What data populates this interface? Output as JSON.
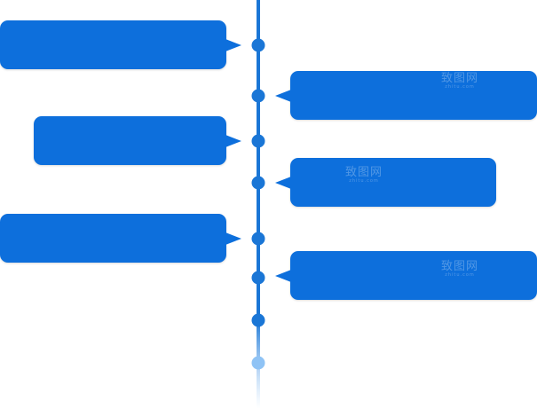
{
  "colors": {
    "card": "#0d6fdc",
    "axis": "#1a76d6",
    "dot": "#1a76d6",
    "dot_faded": "#8fc3f5"
  },
  "watermark": {
    "main": "致图网",
    "sub": "zhitu.com"
  },
  "timeline": {
    "node_count": 8,
    "cards": [
      {
        "side": "left"
      },
      {
        "side": "right",
        "watermark": true
      },
      {
        "side": "left"
      },
      {
        "side": "right",
        "watermark": true
      },
      {
        "side": "left"
      },
      {
        "side": "right",
        "watermark": true
      }
    ]
  }
}
